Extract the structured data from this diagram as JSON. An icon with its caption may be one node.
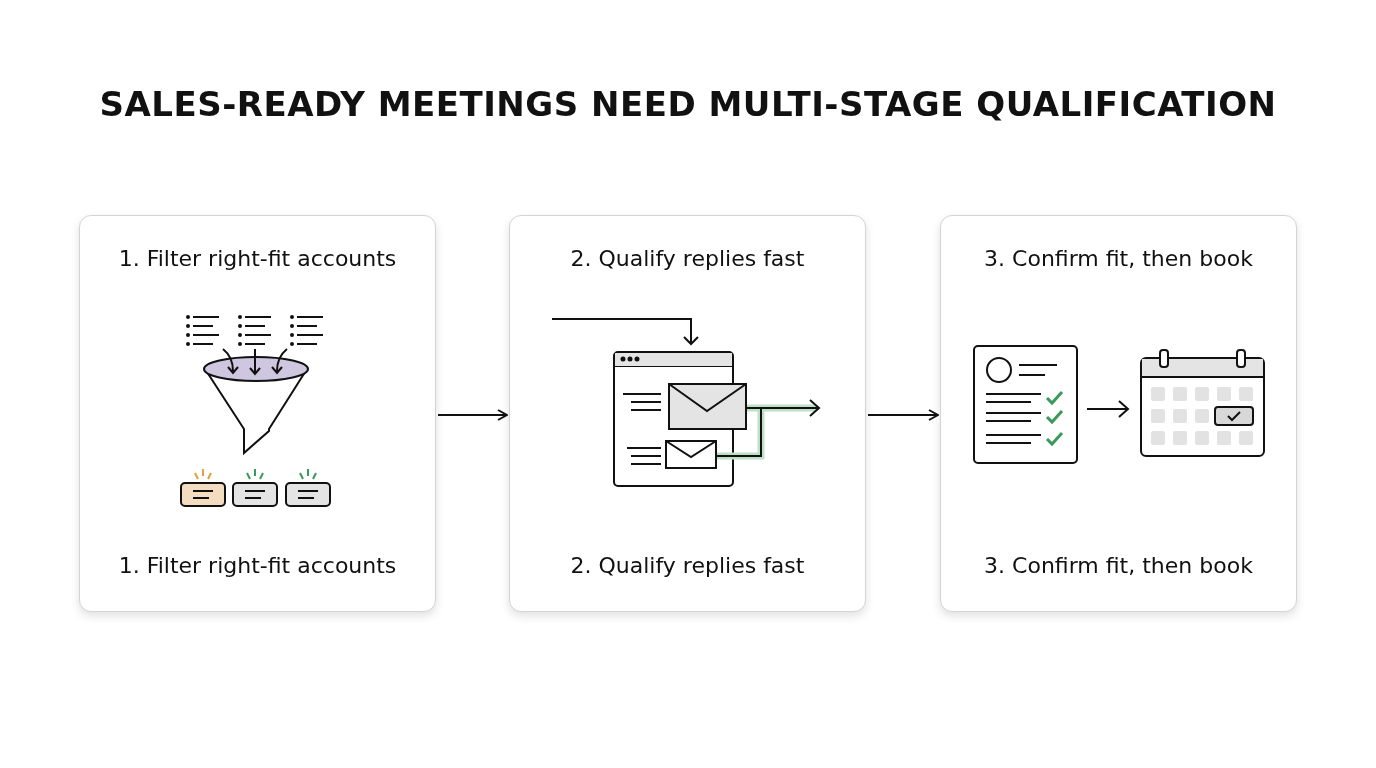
{
  "diagram": {
    "title": "SALES-READY MEETINGS NEED MULTI-STAGE QUALIFICATION",
    "nodes": [
      {
        "text": [
          "1. Filter right-fit accounts",
          "1. Filter right-fit accounts"
        ]
      },
      {
        "text": [
          "2. Qualify replies fast",
          "2. Qualify replies fast"
        ]
      },
      {
        "text": [
          "3. Confirm fit, then book",
          "3. Confirm fit, then book"
        ]
      }
    ],
    "edges": [
      {
        "from": 0,
        "to": 1,
        "arrow": "to"
      },
      {
        "from": 1,
        "to": 2,
        "arrow": "to"
      }
    ]
  }
}
